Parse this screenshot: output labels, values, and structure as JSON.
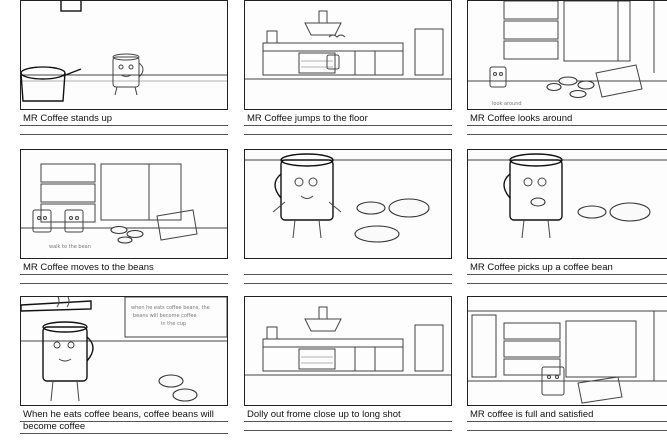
{
  "panels": [
    {
      "caption": "MR Coffee stands up"
    },
    {
      "caption": "MR Coffee jumps to the floor"
    },
    {
      "caption": "MR Coffee looks around"
    },
    {
      "caption": "MR Coffee moves to the beans"
    },
    {
      "caption": ""
    },
    {
      "caption": "MR Coffee picks up a coffee bean"
    },
    {
      "caption": "When he eats coffee beans, coffee beans will become coffee"
    },
    {
      "caption": "Dolly out frome close up to long shot"
    },
    {
      "caption": "MR coffee is full and satisfied"
    }
  ],
  "annotations": {
    "look_around": "look around",
    "walk_to_beans": "walk to the bean",
    "note_1": "when he eats coffee beans, the",
    "note_2": "beans will become coffee",
    "note_3": "in the cup"
  }
}
